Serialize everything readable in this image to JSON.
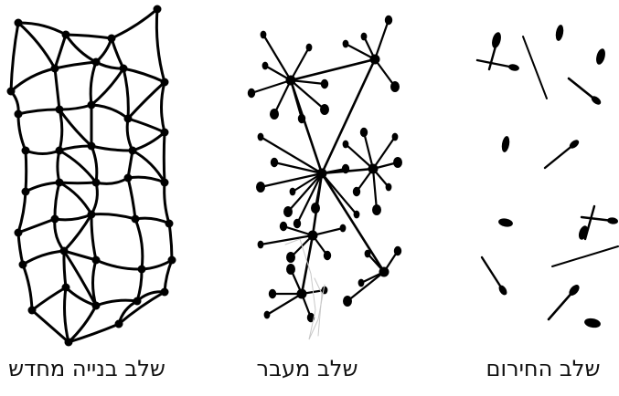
{
  "panels": {
    "rebuild": {
      "label": "שלב בנייה מחדש"
    },
    "transition": {
      "label": "שלב מעבר"
    },
    "emergency": {
      "label": "שלב החירום"
    }
  },
  "colors": {
    "ink": "#000000",
    "faint": "#c8c8c8",
    "background": "#ffffff"
  }
}
